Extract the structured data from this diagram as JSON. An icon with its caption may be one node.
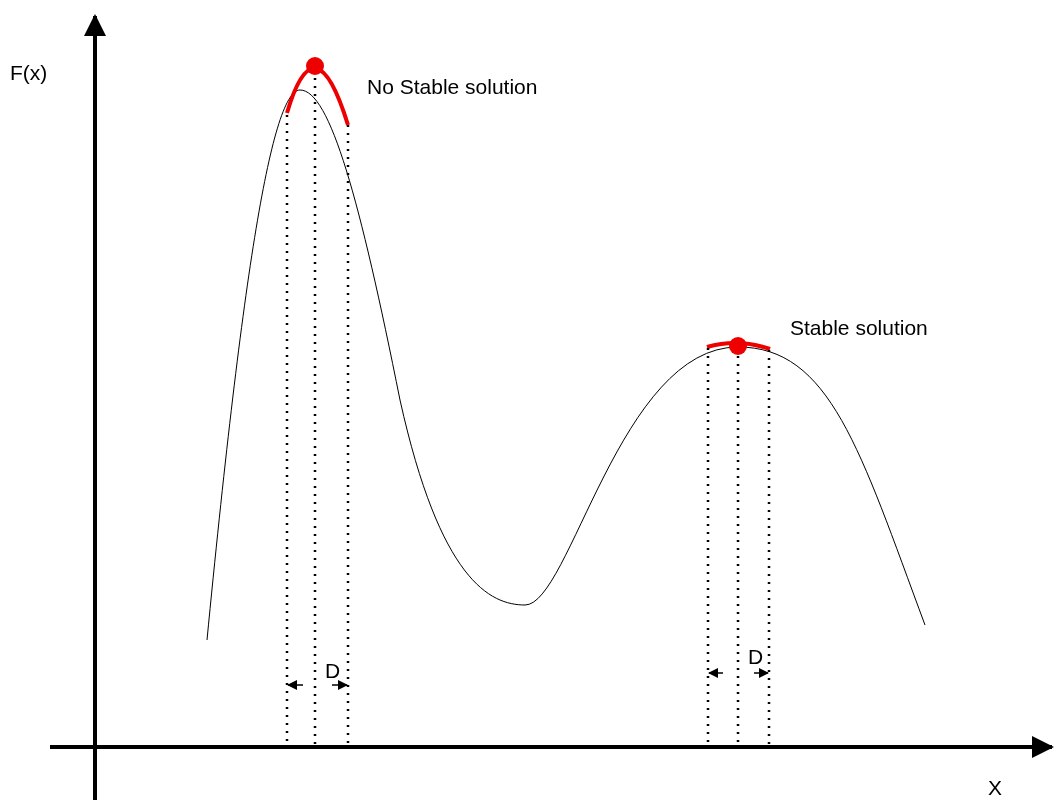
{
  "diagram": {
    "labels": [
      "F(x)",
      "No Stable solution",
      "Stable solution",
      "D",
      "D",
      "X"
    ]
  }
}
